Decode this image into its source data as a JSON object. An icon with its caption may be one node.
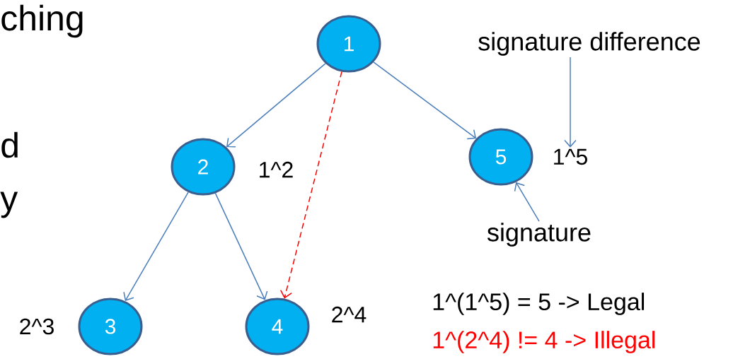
{
  "diagram": {
    "nodes": [
      {
        "text": [
          "1"
        ]
      },
      {
        "text": [
          "2"
        ],
        "beside": [
          "1^2"
        ]
      },
      {
        "text": [
          "3"
        ],
        "beside": [
          "2^3"
        ]
      },
      {
        "text": [
          "4"
        ],
        "beside": [
          "2^4"
        ]
      },
      {
        "text": [
          "5"
        ]
      },
      {
        "text": [
          "1^5"
        ]
      },
      {
        "text": [
          "signature difference"
        ]
      },
      {
        "text": [
          "signature"
        ]
      }
    ],
    "edges": [
      {
        "from": 0,
        "to": 1,
        "arrow": "to"
      },
      {
        "from": 1,
        "to": 2,
        "arrow": "to"
      },
      {
        "from": 1,
        "to": 3,
        "arrow": "to"
      },
      {
        "from": 0,
        "to": 3,
        "arrow": "to",
        "style": "dashed",
        "color": "#ff0000"
      },
      {
        "from": 0,
        "to": 4,
        "arrow": "to"
      },
      {
        "from": 6,
        "to": 5,
        "arrow": "to"
      },
      {
        "from": 7,
        "to": 4,
        "arrow": "to"
      }
    ],
    "labels": [
      "ching",
      "d",
      "y",
      "1^(1^5) = 5 -> Legal",
      "1^(2^4) != 4 -> Illegal"
    ]
  }
}
